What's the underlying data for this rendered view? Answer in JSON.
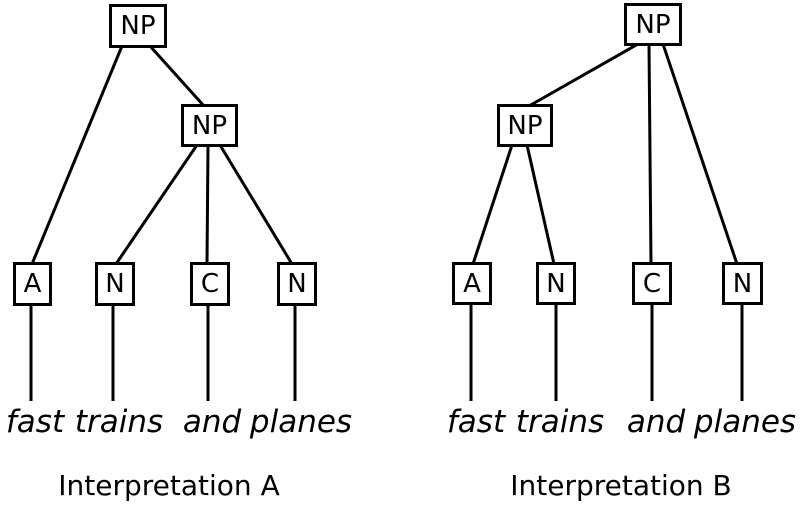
{
  "colors": {
    "ink": "#000000",
    "background": "#ffffff"
  },
  "sentence": "fast trains and planes",
  "trees": [
    {
      "caption": "Interpretation A",
      "root_label": "NP",
      "inner_label": "NP",
      "leaf_labels": [
        "A",
        "N",
        "C",
        "N"
      ],
      "words": [
        "fast",
        "trains",
        "and",
        "planes"
      ],
      "edges": [
        [
          "NP-root",
          "A"
        ],
        [
          "NP-root",
          "NP-inner"
        ],
        [
          "NP-inner",
          "N1"
        ],
        [
          "NP-inner",
          "C"
        ],
        [
          "NP-inner",
          "N2"
        ],
        [
          "A",
          "fast"
        ],
        [
          "N1",
          "trains"
        ],
        [
          "C",
          "and"
        ],
        [
          "N2",
          "planes"
        ]
      ]
    },
    {
      "caption": "Interpretation B",
      "root_label": "NP",
      "inner_label": "NP",
      "leaf_labels": [
        "A",
        "N",
        "C",
        "N"
      ],
      "words": [
        "fast",
        "trains",
        "and",
        "planes"
      ],
      "edges": [
        [
          "NP-root",
          "NP-inner"
        ],
        [
          "NP-root",
          "C"
        ],
        [
          "NP-root",
          "N2"
        ],
        [
          "NP-inner",
          "A"
        ],
        [
          "NP-inner",
          "N1"
        ],
        [
          "A",
          "fast"
        ],
        [
          "N1",
          "trains"
        ],
        [
          "C",
          "and"
        ],
        [
          "N2",
          "planes"
        ]
      ]
    }
  ]
}
